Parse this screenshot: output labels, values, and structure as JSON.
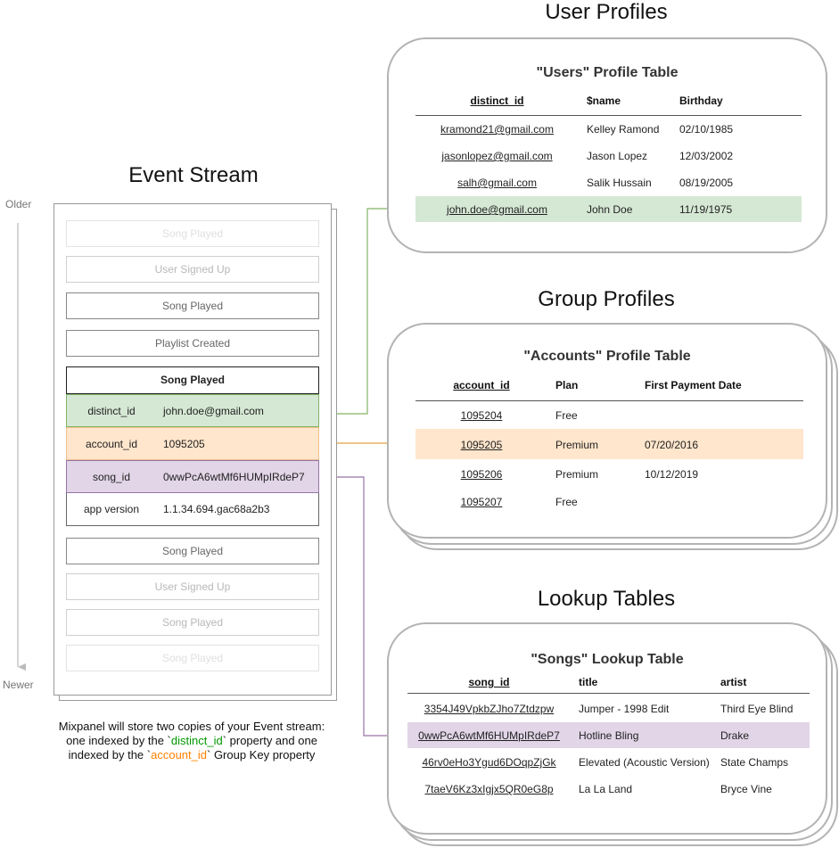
{
  "colors": {
    "green_row": "#d5e8d4",
    "orange_row": "#ffe6cc",
    "purple_row": "#e1d5e7",
    "green_text": "#009900",
    "orange_text": "#ff8000"
  },
  "event_stream": {
    "title": "Event Stream",
    "older": "Older",
    "newer": "Newer",
    "events_before": [
      {
        "label": "Song Played",
        "style": "faint"
      },
      {
        "label": "User Signed Up",
        "style": "light"
      },
      {
        "label": "Song Played",
        "style": "mid"
      },
      {
        "label": "Playlist Created",
        "style": "mid"
      }
    ],
    "selected_event": {
      "name": "Song Played",
      "properties": [
        {
          "key": "distinct_id",
          "value": "john.doe@gmail.com"
        },
        {
          "key": "account_id",
          "value": "1095205"
        },
        {
          "key": "song_id",
          "value": "0wwPcA6wtMf6HUMpIRdeP7"
        },
        {
          "key": "app version",
          "value": "1.1.34.694.gac68a2b3"
        }
      ]
    },
    "events_after": [
      {
        "label": "Song Played",
        "style": "mid"
      },
      {
        "label": "User Signed Up",
        "style": "light"
      },
      {
        "label": "Song Played",
        "style": "light"
      },
      {
        "label": "Song Played",
        "style": "faint"
      }
    ],
    "caption": {
      "line1": "Mixpanel will store two copies of your Event stream:",
      "line2_pre": "one indexed by the `",
      "line2_key": "distinct_id",
      "line2_post": "` property and one",
      "line3_pre": "indexed by the `",
      "line3_key": "account_id",
      "line3_post": "` Group Key property"
    }
  },
  "user_profiles": {
    "section_title": "User Profiles",
    "table_title": "\"Users\" Profile Table",
    "headers": [
      "distinct_id",
      "$name",
      "Birthday"
    ],
    "rows": [
      [
        "kramond21@gmail.com",
        "Kelley Ramond",
        "02/10/1985"
      ],
      [
        "jasonlopez@gmail.com",
        "Jason Lopez",
        "12/03/2002"
      ],
      [
        "salh@gmail.com",
        "Salik Hussain",
        "08/19/2005"
      ],
      [
        "john.doe@gmail.com",
        "John Doe",
        "11/19/1975"
      ]
    ]
  },
  "group_profiles": {
    "section_title": "Group Profiles",
    "table_title": "\"Accounts\" Profile Table",
    "headers": [
      "account_id",
      "Plan",
      "First Payment Date"
    ],
    "rows": [
      [
        "1095204",
        "Free",
        ""
      ],
      [
        "1095205",
        "Premium",
        "07/20/2016"
      ],
      [
        "1095206",
        "Premium",
        "10/12/2019"
      ],
      [
        "1095207",
        "Free",
        ""
      ]
    ]
  },
  "lookup_tables": {
    "section_title": "Lookup Tables",
    "table_title": "\"Songs\" Lookup Table",
    "headers": [
      "song_id",
      "title",
      "artist"
    ],
    "rows": [
      [
        "3354J49VpkbZJho7Ztdzpw",
        "Jumper - 1998 Edit",
        "Third Eye Blind"
      ],
      [
        "0wwPcA6wtMf6HUMpIRdeP7",
        "Hotline Bling",
        "Drake"
      ],
      [
        "46rv0eHo3Ygud6DOqpZjGk",
        "Elevated (Acoustic Version)",
        "State Champs"
      ],
      [
        "7taeV6Kz3xIgjx5QR0eG8p",
        "La La Land",
        "Bryce Vine"
      ]
    ]
  }
}
